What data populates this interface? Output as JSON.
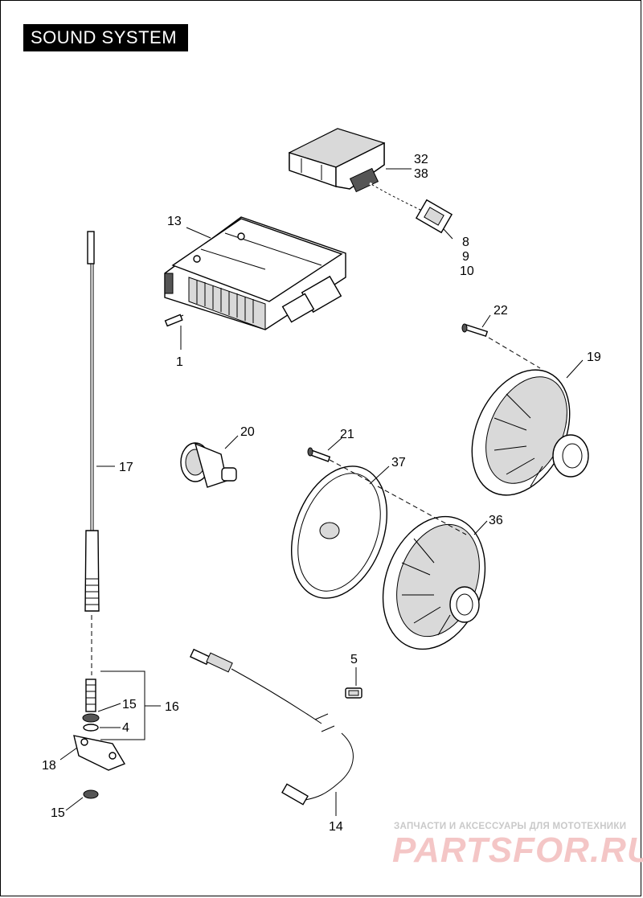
{
  "title": "SOUND SYSTEM",
  "callouts": {
    "c1": "1",
    "c4": "4",
    "c5": "5",
    "c8": "8",
    "c9": "9",
    "c10": "10",
    "c13": "13",
    "c14": "14",
    "c15a": "15",
    "c15b": "15",
    "c16": "16",
    "c17": "17",
    "c18": "18",
    "c19": "19",
    "c20": "20",
    "c21": "21",
    "c22": "22",
    "c32": "32",
    "c36": "36",
    "c37": "37",
    "c38": "38"
  },
  "watermark": {
    "tagline": "ЗАПЧАСТИ И АКСЕССУАРЫ ДЛЯ МОТОТЕХНИКИ",
    "logo": "PARTSFOR.RU"
  }
}
